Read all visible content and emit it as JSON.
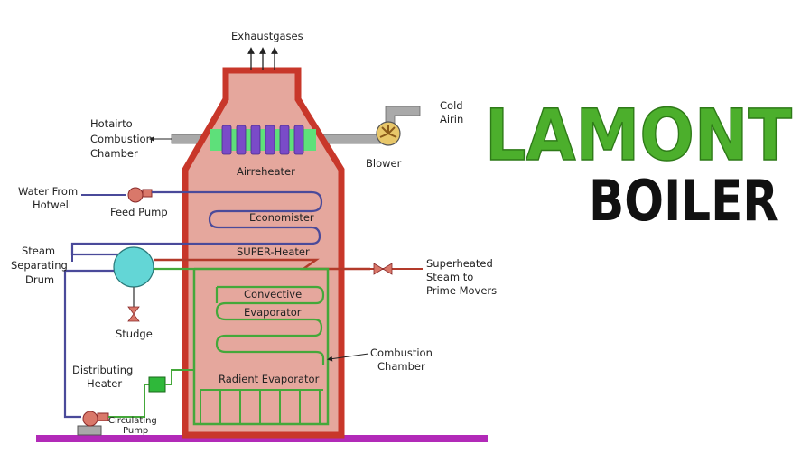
{
  "title": {
    "line1": "LAMONT",
    "line2": "BOILER",
    "line1_color": "#4caf2c",
    "line2_color": "#111111"
  },
  "labels": {
    "exhaust": "Exhaustgases",
    "cold_air_1": "Cold",
    "cold_air_2": "Airin",
    "hot_air_1": "Hotairto",
    "hot_air_2": "Combustion",
    "hot_air_3": "Chamber",
    "blower": "Blower",
    "airreheater": "Airreheater",
    "water_1": "Water From",
    "water_2": "Hotwell",
    "feed_pump": "Feed Pump",
    "economister": "Economister",
    "super_heater": "SUPER-Heater",
    "steam_1": "Steam",
    "steam_2": "Separating",
    "steam_3": "Drum",
    "superheated_1": "Superheated",
    "superheated_2": "Steam to",
    "superheated_3": "Prime Movers",
    "convective_1": "Convective",
    "convective_2": "Evaporator",
    "studge": "Studge",
    "combustion_1": "Combustion",
    "combustion_2": "Chamber",
    "distributing_1": "Distributing",
    "distributing_2": "Heater",
    "radient": "Radient Evaporator",
    "circulating_1": "Circulating",
    "circulating_2": "Pump"
  },
  "colors": {
    "furnace_fill": "#e5a79d",
    "furnace_wall": "#c8372a",
    "water_pipe": "#4a4a9a",
    "steam_pipe": "#b33a2a",
    "evaporator_tube": "#44a83a",
    "drum": "#63d6d6",
    "preheater_band": "#5ee07a",
    "preheater_tubes": "#7a4bc8",
    "base_bar": "#b22ab8",
    "duct": "#a9a9a9"
  }
}
